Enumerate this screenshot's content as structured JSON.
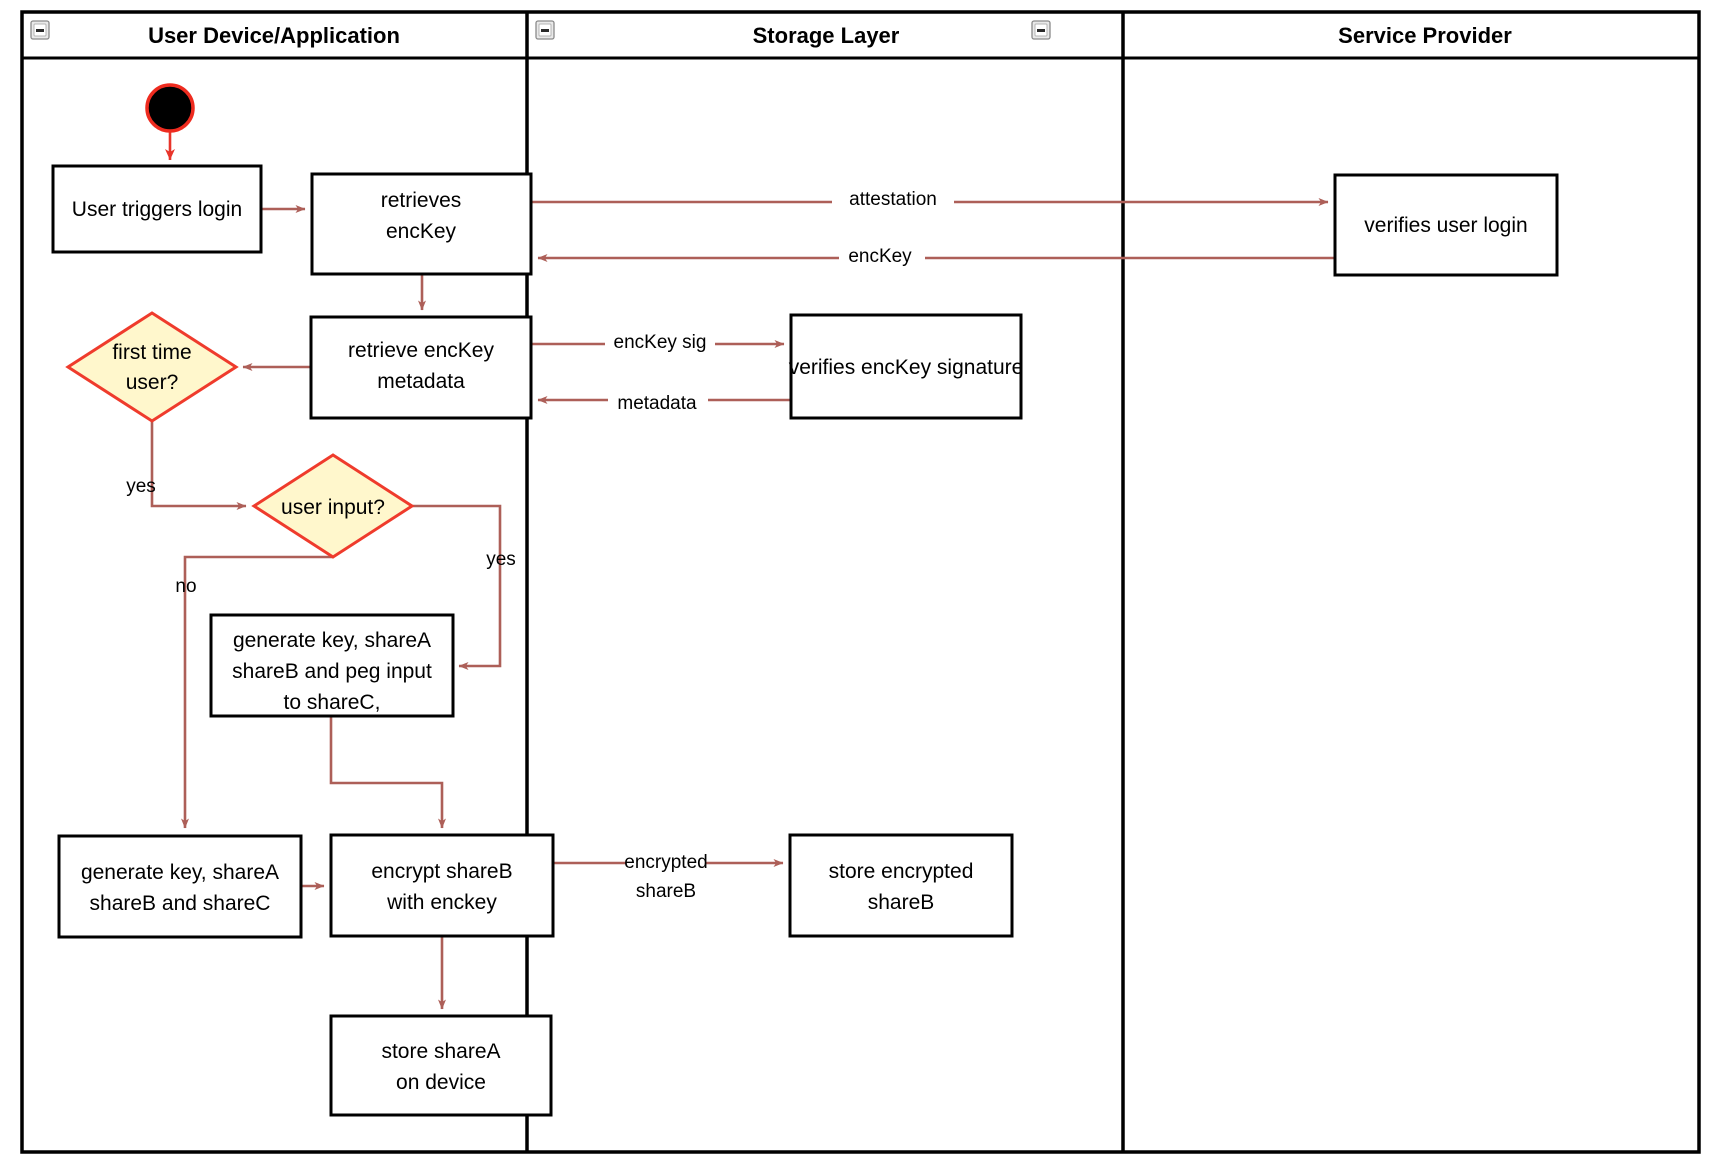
{
  "diagram": {
    "title_visible": false,
    "colors": {
      "edge": "#ad5f58",
      "start_edge": "#e8342a",
      "decision_fill": "#fff7cc",
      "decision_stroke": "#ef3b2c",
      "node_fill": "#ffffff",
      "node_stroke": "#000000",
      "frame_stroke": "#000000"
    },
    "lanes": [
      {
        "id": "lane-user-device",
        "label": "User Device/Application",
        "collapse_icon": "minus-box-icon"
      },
      {
        "id": "lane-storage",
        "label": "Storage Layer",
        "collapse_icon": "minus-box-icon"
      },
      {
        "id": "lane-service-provider",
        "label": "Service Provider",
        "collapse_icon": "minus-box-icon"
      }
    ],
    "nodes": [
      {
        "id": "start",
        "type": "initial-node",
        "label": "",
        "lane": "lane-user-device"
      },
      {
        "id": "user-triggers-login",
        "type": "action",
        "label": "User triggers login",
        "lines": [
          "User triggers login"
        ],
        "lane": "lane-user-device"
      },
      {
        "id": "retrieves-enckey",
        "type": "action",
        "label": "retrieves encKey",
        "lines": [
          "retrieves",
          "encKey"
        ],
        "lane": "lane-user-device"
      },
      {
        "id": "verifies-user-login",
        "type": "action",
        "label": "verifies user login",
        "lines": [
          "verifies user login"
        ],
        "lane": "lane-service-provider"
      },
      {
        "id": "retrieve-enckey-metadata",
        "type": "action",
        "label": "retrieve encKey metadata",
        "lines": [
          "retrieve encKey",
          "metadata"
        ],
        "lane": "lane-user-device"
      },
      {
        "id": "verifies-enckey-signature",
        "type": "action",
        "label": "verifies encKey signature",
        "lines": [
          "verifies encKey signature"
        ],
        "lane": "lane-storage"
      },
      {
        "id": "first-time-user",
        "type": "decision",
        "label": "first time user?",
        "lines": [
          "first time",
          "user?"
        ],
        "lane": "lane-user-device"
      },
      {
        "id": "user-input",
        "type": "decision",
        "label": "user input?",
        "lines": [
          "user input?"
        ],
        "lane": "lane-user-device"
      },
      {
        "id": "generate-peg",
        "type": "action",
        "label": "generate key, shareA shareB and peg input to shareC,",
        "lines": [
          "generate key, shareA",
          "shareB and peg input",
          "to shareC,"
        ],
        "lane": "lane-user-device"
      },
      {
        "id": "generate-shares",
        "type": "action",
        "label": "generate key, shareA shareB and shareC",
        "lines": [
          "generate key, shareA",
          "shareB and shareC"
        ],
        "lane": "lane-user-device"
      },
      {
        "id": "encrypt-shareb",
        "type": "action",
        "label": "encrypt shareB with enckey",
        "lines": [
          "encrypt shareB",
          "with enckey"
        ],
        "lane": "lane-user-device"
      },
      {
        "id": "store-encrypted-shareb",
        "type": "action",
        "label": "store encrypted shareB",
        "lines": [
          "store encrypted",
          "shareB"
        ],
        "lane": "lane-storage"
      },
      {
        "id": "store-sharea",
        "type": "action",
        "label": "store shareA on device",
        "lines": [
          "store shareA",
          "on device"
        ],
        "lane": "lane-user-device"
      }
    ],
    "edges": [
      {
        "id": "e-start",
        "from": "start",
        "to": "user-triggers-login",
        "label": ""
      },
      {
        "id": "e-login-retrieve",
        "from": "user-triggers-login",
        "to": "retrieves-enckey",
        "label": ""
      },
      {
        "id": "e-attestation",
        "from": "retrieves-enckey",
        "to": "verifies-user-login",
        "label": "attestation"
      },
      {
        "id": "e-enckey-back",
        "from": "verifies-user-login",
        "to": "retrieves-enckey",
        "label": "encKey"
      },
      {
        "id": "e-retrieves-metadata",
        "from": "retrieves-enckey",
        "to": "retrieve-enckey-metadata",
        "label": ""
      },
      {
        "id": "e-enckey-sig",
        "from": "retrieve-enckey-metadata",
        "to": "verifies-enckey-signature",
        "label": "encKey sig"
      },
      {
        "id": "e-metadata-back",
        "from": "verifies-enckey-signature",
        "to": "retrieve-enckey-metadata",
        "label": "metadata"
      },
      {
        "id": "e-metadata-firsttime",
        "from": "retrieve-enckey-metadata",
        "to": "first-time-user",
        "label": ""
      },
      {
        "id": "e-firsttime-yes",
        "from": "first-time-user",
        "to": "user-input",
        "label": "yes"
      },
      {
        "id": "e-userinput-no",
        "from": "user-input",
        "to": "generate-shares",
        "label": "no"
      },
      {
        "id": "e-userinput-yes",
        "from": "user-input",
        "to": "generate-peg",
        "label": "yes"
      },
      {
        "id": "e-peg-encrypt",
        "from": "generate-peg",
        "to": "encrypt-shareb",
        "label": ""
      },
      {
        "id": "e-shares-encrypt",
        "from": "generate-shares",
        "to": "encrypt-shareb",
        "label": ""
      },
      {
        "id": "e-encrypted-shareb",
        "from": "encrypt-shareb",
        "to": "store-encrypted-shareb",
        "lines": [
          "encrypted",
          "shareB"
        ],
        "label": "encrypted shareB"
      },
      {
        "id": "e-encrypt-storea",
        "from": "encrypt-shareb",
        "to": "store-sharea",
        "label": ""
      }
    ],
    "edge_labels": {
      "attestation": "attestation",
      "enckey": "encKey",
      "enckey_sig": "encKey sig",
      "metadata": "metadata",
      "yes_first_time": "yes",
      "no_user_input": "no",
      "yes_user_input": "yes",
      "encrypted_line1": "encrypted",
      "encrypted_line2": "shareB"
    }
  }
}
